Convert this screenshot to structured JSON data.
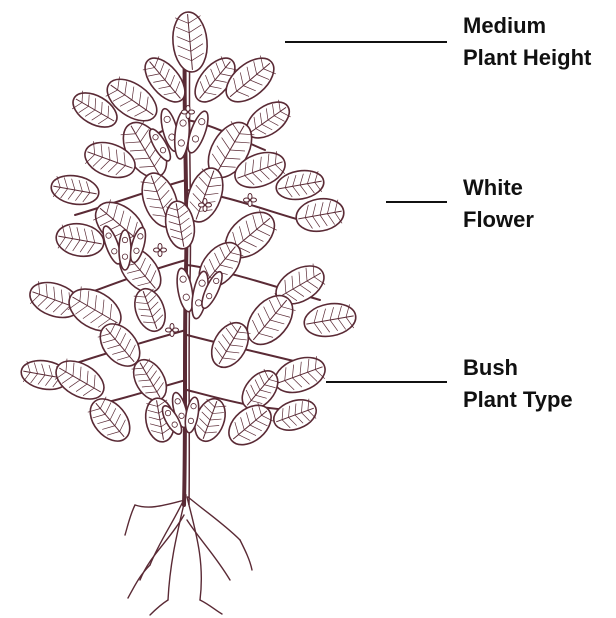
{
  "colors": {
    "ink": "#5a2a35",
    "label_text": "#111111",
    "leader_line": "#111111",
    "background": "#ffffff"
  },
  "illustration": {
    "subject": "soybean-plant-illustration"
  },
  "annotations": [
    {
      "line1": "Medium",
      "line2": "Plant Height"
    },
    {
      "line1": "White",
      "line2": "Flower"
    },
    {
      "line1": "Bush",
      "line2": "Plant Type"
    }
  ]
}
